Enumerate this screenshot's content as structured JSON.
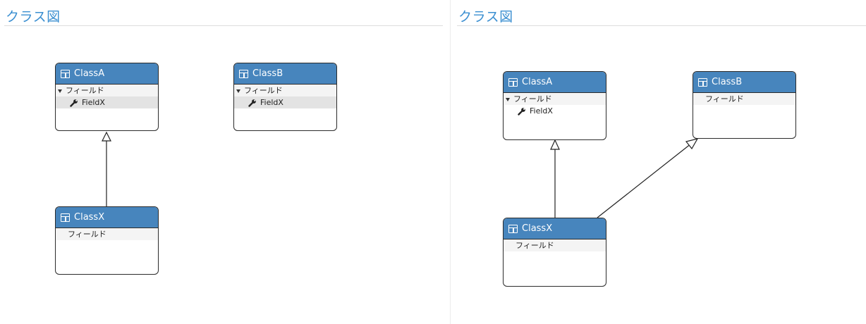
{
  "left_panel": {
    "title": "クラス図",
    "classes": {
      "class_a": {
        "name": "ClassA",
        "compartment": "フィールド",
        "members": [
          "FieldX"
        ]
      },
      "class_b": {
        "name": "ClassB",
        "compartment": "フィールド",
        "members": [
          "FieldX"
        ]
      },
      "class_x": {
        "name": "ClassX",
        "compartment": "フィールド"
      }
    }
  },
  "right_panel": {
    "title": "クラス図",
    "classes": {
      "class_a": {
        "name": "ClassA",
        "compartment": "フィールド",
        "members": [
          "FieldX"
        ]
      },
      "class_b": {
        "name": "ClassB",
        "compartment": "フィールド"
      },
      "class_x": {
        "name": "ClassX",
        "compartment": "フィールド"
      }
    }
  },
  "icons": {
    "class": "class-icon",
    "field": "wrench-icon",
    "expander": "chevron-down-icon"
  },
  "colors": {
    "title": "#3b8fd1",
    "header": "#4785bd",
    "border": "#2b2b2b"
  }
}
